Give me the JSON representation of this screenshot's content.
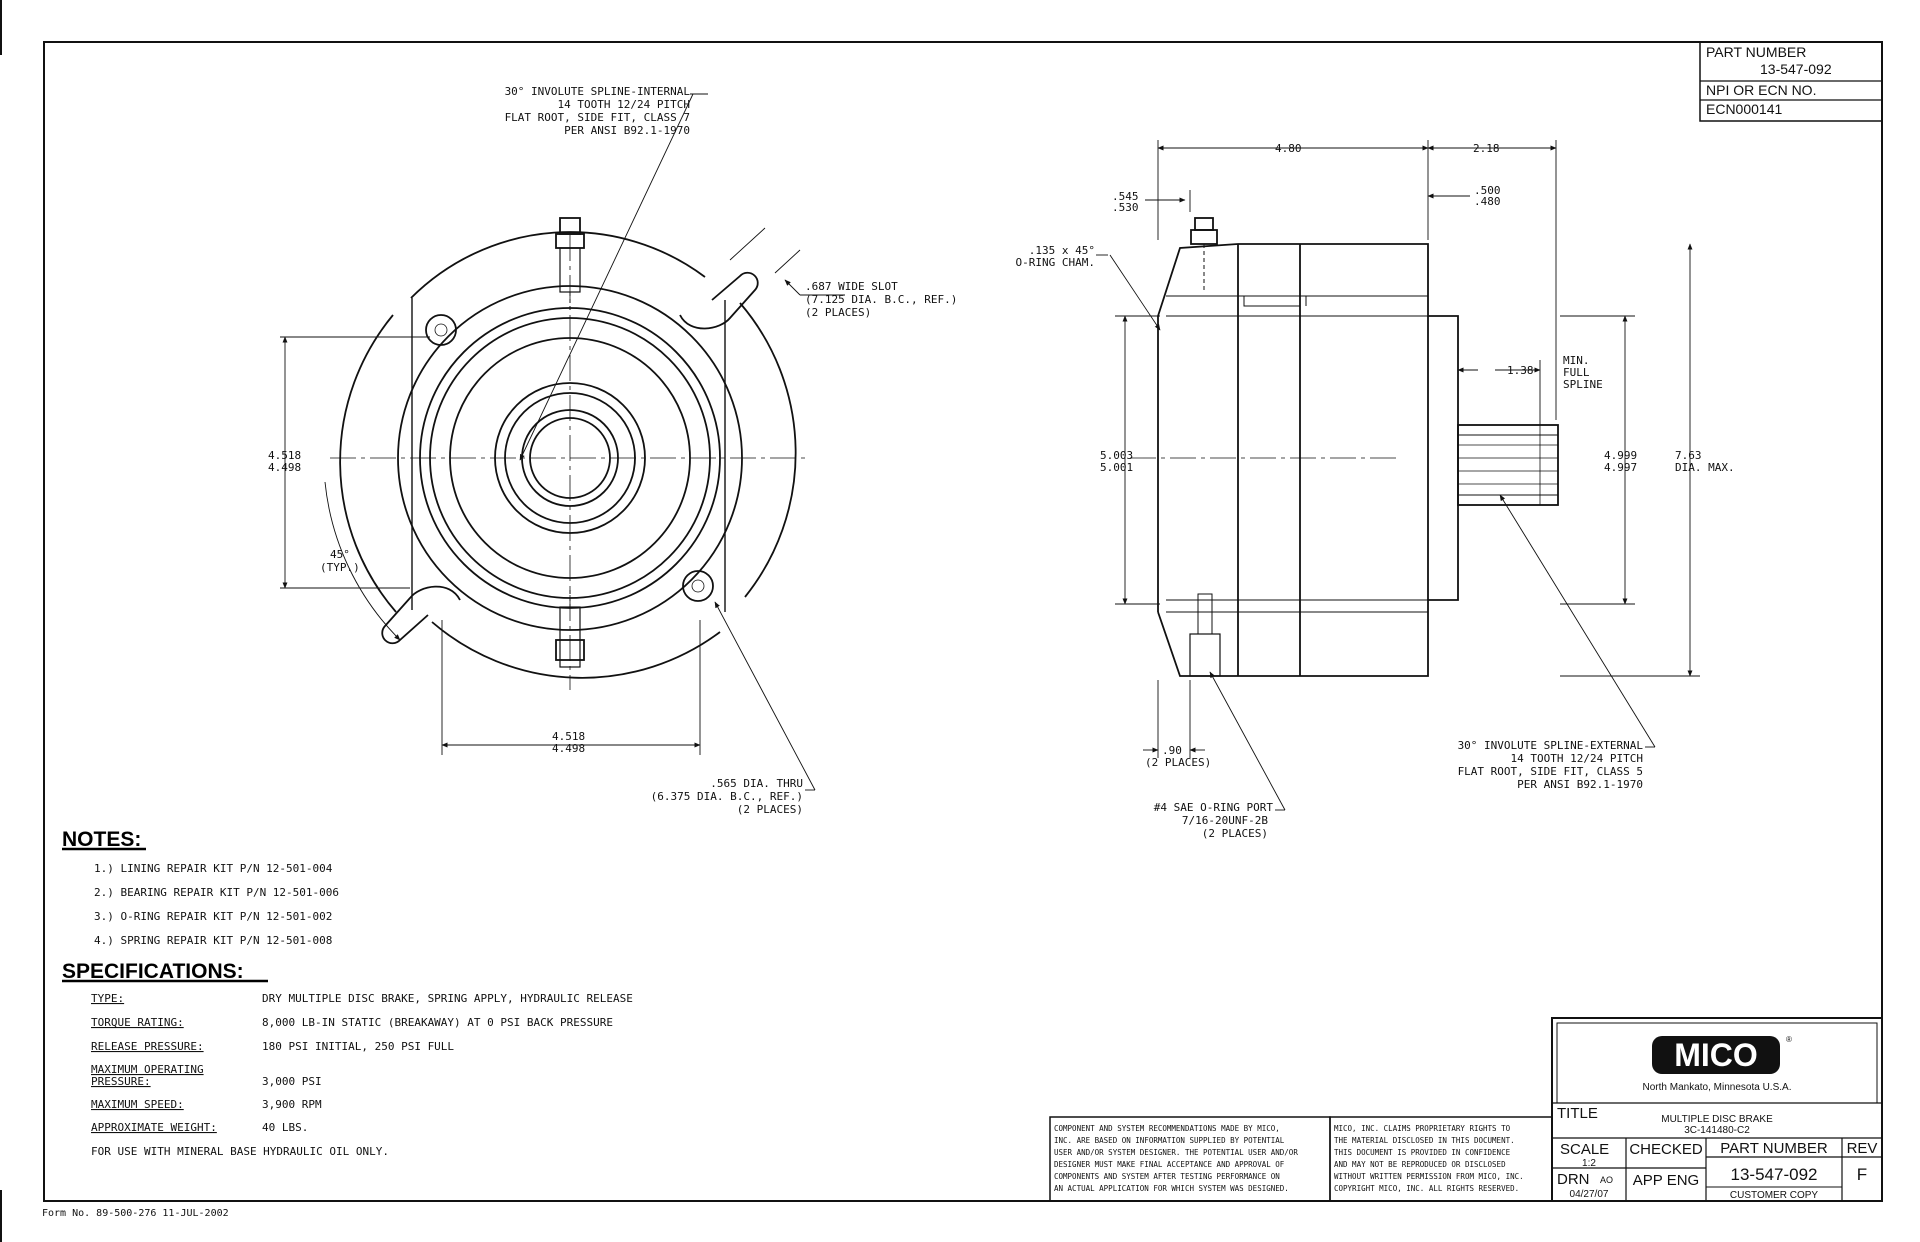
{
  "part_box": {
    "label": "PART NUMBER",
    "value": "13-547-092",
    "ecn_label": "NPI OR ECN NO.",
    "ecn_value": "ECN000141"
  },
  "front_view": {
    "spline_internal": [
      "30° INVOLUTE SPLINE-INTERNAL",
      "14 TOOTH 12/24 PITCH",
      "FLAT ROOT, SIDE FIT, CLASS 7",
      "PER ANSI B92.1-1970"
    ],
    "slot": [
      ".687 WIDE SLOT",
      "(7.125 DIA. B.C., REF.)",
      "(2 PLACES)"
    ],
    "vertical_dim": [
      "4.518",
      "4.498"
    ],
    "angle": [
      "45°",
      "(TYP.)"
    ],
    "horizontal_dim": [
      "4.518",
      "4.498"
    ],
    "holes": [
      ".565 DIA. THRU",
      "(6.375 DIA. B.C., REF.)",
      "(2 PLACES)"
    ]
  },
  "side_view": {
    "dim_480": "4.80",
    "dim_218": "2.18",
    "dim_545": [
      ".545",
      ".530"
    ],
    "dim_500": [
      ".500",
      ".480"
    ],
    "chamfer": [
      ".135 x 45°",
      "O-RING CHAM."
    ],
    "dim_138": "1.38",
    "min_spline": [
      "MIN.",
      "FULL",
      "SPLINE"
    ],
    "dim_5003": [
      "5.003",
      "5.001"
    ],
    "dim_4999": [
      "4.999",
      "4.997"
    ],
    "dim_763": [
      "7.63",
      "DIA. MAX."
    ],
    "dim_90": [
      ".90",
      "(2 PLACES)"
    ],
    "port": [
      "#4 SAE O-RING PORT",
      "7/16-20UNF-2B",
      "(2 PLACES)"
    ],
    "spline_external": [
      "30° INVOLUTE SPLINE-EXTERNAL",
      "14 TOOTH 12/24 PITCH",
      "FLAT ROOT, SIDE FIT, CLASS 5",
      "PER ANSI B92.1-1970"
    ]
  },
  "notes": {
    "heading": "NOTES:",
    "items": [
      "1.)  LINING REPAIR KIT P/N 12-501-004",
      "2.)  BEARING REPAIR KIT P/N 12-501-006",
      "3.)  O-RING REPAIR KIT P/N 12-501-002",
      "4.)  SPRING REPAIR KIT P/N 12-501-008"
    ]
  },
  "specifications": {
    "heading": "SPECIFICATIONS:",
    "rows": [
      {
        "label": "TYPE:",
        "value": "DRY MULTIPLE DISC BRAKE, SPRING APPLY, HYDRAULIC RELEASE"
      },
      {
        "label": "TORQUE RATING:",
        "value": "8,000 LB-IN STATIC (BREAKAWAY) AT 0 PSI BACK PRESSURE"
      },
      {
        "label": "RELEASE PRESSURE:",
        "value": "180 PSI INITIAL, 250 PSI FULL"
      },
      {
        "label": "MAXIMUM OPERATING PRESSURE:",
        "label_line1": "MAXIMUM OPERATING",
        "label_line2": "PRESSURE:",
        "value": "3,000 PSI"
      },
      {
        "label": "MAXIMUM SPEED:",
        "value": "3,900 RPM"
      },
      {
        "label": "APPROXIMATE WEIGHT:",
        "value": "40 LBS."
      }
    ],
    "footer": "FOR USE WITH MINERAL BASE HYDRAULIC OIL ONLY."
  },
  "disclaimer_left": [
    "COMPONENT AND SYSTEM RECOMMENDATIONS MADE BY MICO,",
    "INC. ARE BASED ON INFORMATION SUPPLIED BY POTENTIAL",
    "USER AND/OR SYSTEM DESIGNER.  THE POTENTIAL USER AND/OR",
    "DESIGNER MUST MAKE FINAL ACCEPTANCE AND APPROVAL OF",
    "COMPONENTS AND SYSTEM AFTER TESTING PERFORMANCE ON",
    "AN ACTUAL APPLICATION FOR WHICH SYSTEM WAS DESIGNED."
  ],
  "disclaimer_right": [
    "MICO, INC. CLAIMS PROPRIETARY RIGHTS TO",
    "THE MATERIAL DISCLOSED IN THIS DOCUMENT.",
    "THIS DOCUMENT IS PROVIDED IN CONFIDENCE",
    "AND MAY NOT BE REPRODUCED OR DISCLOSED",
    "WITHOUT WRITTEN PERMISSION FROM MICO, INC.",
    "COPYRIGHT MICO, INC.  ALL RIGHTS RESERVED."
  ],
  "title_block": {
    "logo": "MICO",
    "location": "North Mankato, Minnesota U.S.A.",
    "title_label": "TITLE",
    "title_line1": "MULTIPLE DISC BRAKE",
    "title_line2": "3C-141480-C2",
    "scale_label": "SCALE",
    "scale_value": "1:2",
    "checked_label": "CHECKED",
    "part_label": "PART NUMBER",
    "rev_label": "REV",
    "drn_label": "DRN",
    "drn_initials": "AO",
    "drn_date": "04/27/07",
    "app_eng_label": "APP ENG",
    "part_value": "13-547-092",
    "rev_value": "F",
    "copy_label": "CUSTOMER COPY"
  },
  "form_number": "Form No. 89-500-276  11-JUL-2002"
}
